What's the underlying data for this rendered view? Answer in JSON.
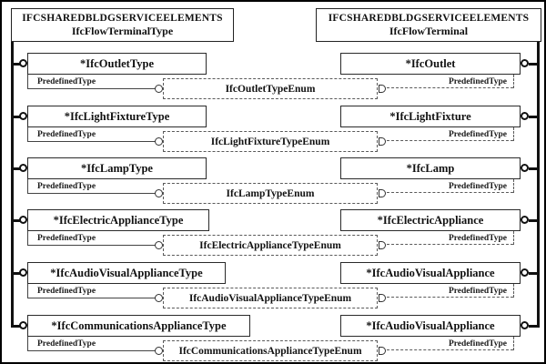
{
  "diagram": {
    "schema_note": "EXPRESS-G diagram",
    "header_left": {
      "line1": "IFCSHAREDBLDGSERVICEELEMENTS",
      "line2": "IfcFlowTerminalType"
    },
    "header_right": {
      "line1": "IFCSHAREDBLDGSERVICEELEMENTS",
      "line2": "IfcFlowTerminal"
    },
    "attr_label": "PredefinedType",
    "rows": [
      {
        "left": "*IfcOutletType",
        "enum": "IfcOutletTypeEnum",
        "right": "*IfcOutlet"
      },
      {
        "left": "*IfcLightFixtureType",
        "enum": "IfcLightFixtureTypeEnum",
        "right": "*IfcLightFixture"
      },
      {
        "left": "*IfcLampType",
        "enum": "IfcLampTypeEnum",
        "right": "*IfcLamp"
      },
      {
        "left": "*IfcElectricApplianceType",
        "enum": "IfcElectricApplianceTypeEnum",
        "right": "*IfcElectricAppliance"
      },
      {
        "left": "*IfcAudioVisualApplianceType",
        "enum": "IfcAudioVisualApplianceTypeEnum",
        "right": "*IfcAudioVisualAppliance"
      },
      {
        "left": "*IfcCommunicationsApplianceType",
        "enum": "IfcCommunicationsApplianceTypeEnum",
        "right": "*IfcAudioVisualAppliance"
      }
    ],
    "colors": {
      "line": "#111111",
      "dash": "#5a5a5a",
      "background": "#ffffff",
      "text": "#111111"
    }
  }
}
